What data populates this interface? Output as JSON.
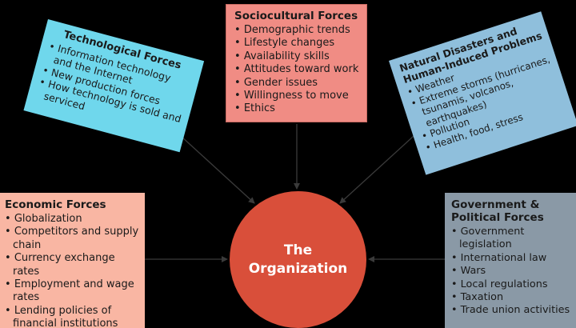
{
  "center": {
    "line1": "The",
    "line2": "Organization",
    "color": "#d94f3a"
  },
  "boxes": {
    "sociocultural": {
      "title": "Sociocultural Forces",
      "color": "#f08c84",
      "items": [
        "Demographic trends",
        "Lifestyle changes",
        "Availability skills",
        "Attitudes toward work",
        "Gender issues",
        "Willingness to move",
        "Ethics"
      ]
    },
    "technological": {
      "title": "Technological Forces",
      "color": "#6fd7ec",
      "items": [
        "Information technology and the Internet",
        "New production forces",
        "How technology is sold and serviced"
      ]
    },
    "natural": {
      "title": "Natural Disasters and Human-Induced Problems",
      "color": "#8fbfdc",
      "items": [
        "Weather",
        "Extreme storms (hurricanes, tsunamis, volcanos, earthquakes)",
        "Pollution",
        "Health, food, stress"
      ]
    },
    "economic": {
      "title": "Economic Forces",
      "color": "#f9b6a3",
      "items": [
        "Globalization",
        "Competitors and supply chain",
        "Currency exchange rates",
        "Employment and wage rates",
        "Lending policies of financial institutions"
      ]
    },
    "government": {
      "title": "Government & Political Forces",
      "color": "#8a99a6",
      "items": [
        "Government legislation",
        "International law",
        "Wars",
        "Local regulations",
        "Taxation",
        "Trade union activities"
      ]
    }
  }
}
